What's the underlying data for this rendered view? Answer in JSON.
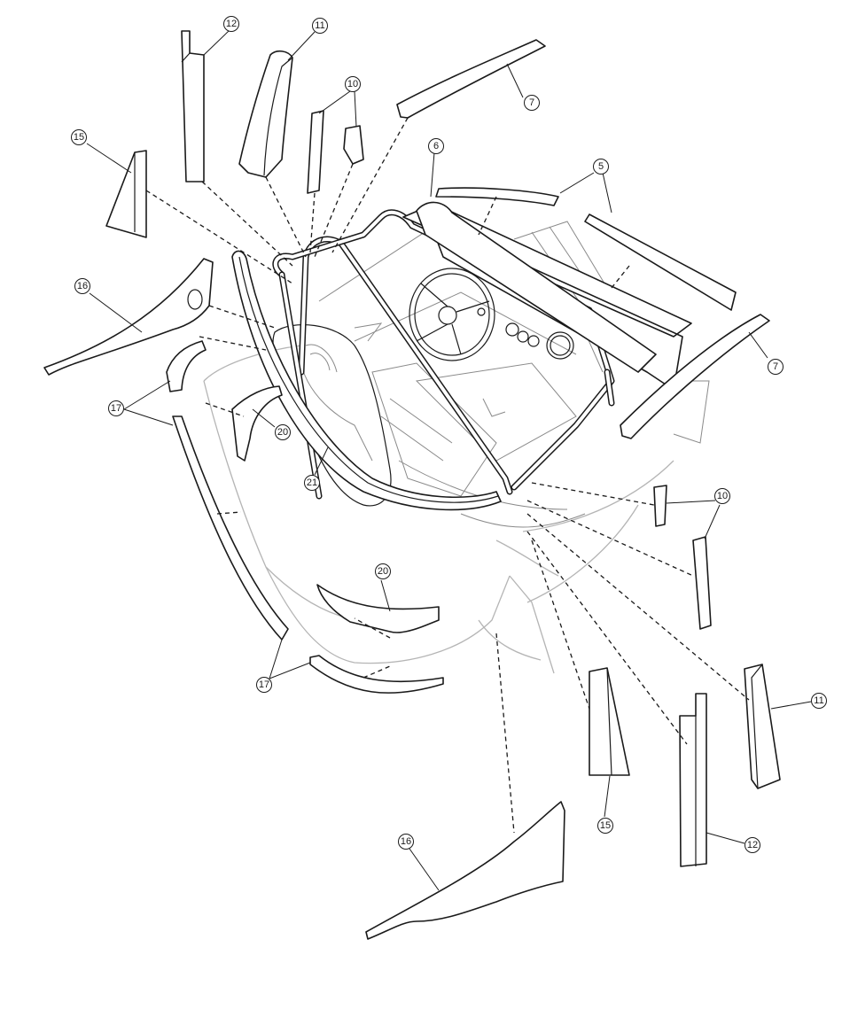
{
  "diagram": {
    "callouts": [
      {
        "id": "c12-top",
        "label": "12"
      },
      {
        "id": "c11-top",
        "label": "11"
      },
      {
        "id": "c10-top",
        "label": "10"
      },
      {
        "id": "c7-top",
        "label": "7"
      },
      {
        "id": "c15-top",
        "label": "15"
      },
      {
        "id": "c6",
        "label": "6"
      },
      {
        "id": "c5",
        "label": "5"
      },
      {
        "id": "c16-top",
        "label": "16"
      },
      {
        "id": "c7-right",
        "label": "7"
      },
      {
        "id": "c17-left",
        "label": "17"
      },
      {
        "id": "c20-left",
        "label": "20"
      },
      {
        "id": "c21",
        "label": "21"
      },
      {
        "id": "c10-right",
        "label": "10"
      },
      {
        "id": "c20-bottom",
        "label": "20"
      },
      {
        "id": "c17-bottom",
        "label": "17"
      },
      {
        "id": "c11-right",
        "label": "11"
      },
      {
        "id": "c15-bottom",
        "label": "15"
      },
      {
        "id": "c12-bottom",
        "label": "12"
      },
      {
        "id": "c16-bottom",
        "label": "16"
      }
    ]
  }
}
